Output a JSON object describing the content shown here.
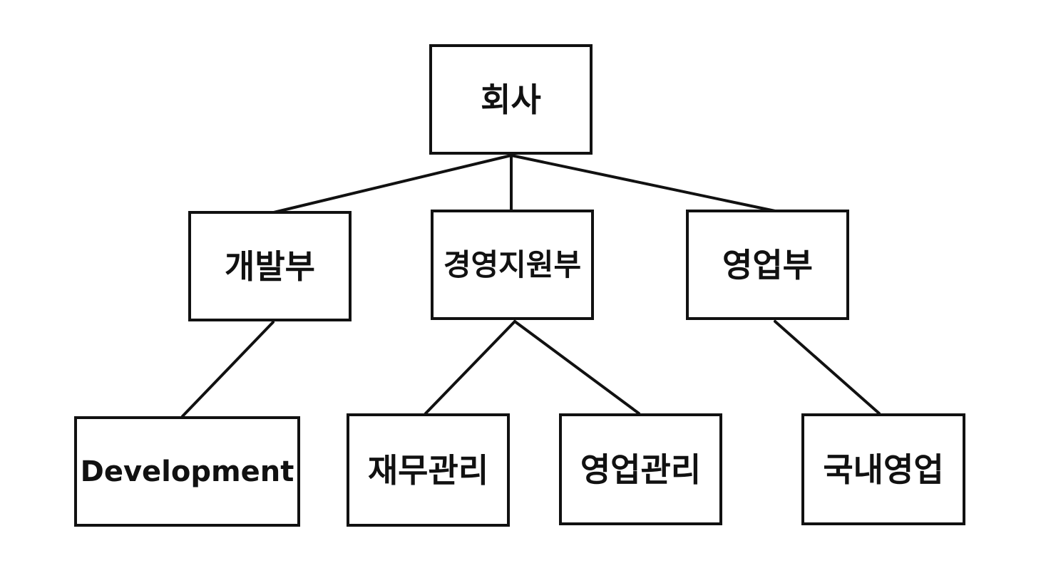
{
  "nodes": {
    "company": "회사",
    "dev_dept": "개발부",
    "mgmt_support_dept": "경영지원부",
    "sales_dept": "영업부",
    "development": "Development",
    "finance_mgmt": "재무관리",
    "sales_mgmt": "영업관리",
    "domestic_sales": "국내영업"
  },
  "colors": {
    "line": "#111111",
    "box_border": "#111111",
    "background": "#ffffff"
  }
}
